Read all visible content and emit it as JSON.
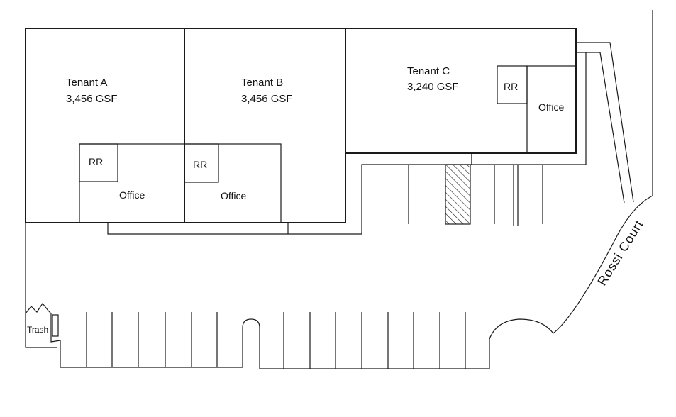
{
  "tenants": [
    {
      "name": "Tenant A",
      "area": "3,456 GSF",
      "restroom": "RR",
      "office": "Office"
    },
    {
      "name": "Tenant B",
      "area": "3,456 GSF",
      "restroom": "RR",
      "office": "Office"
    },
    {
      "name": "Tenant C",
      "area": "3,240 GSF",
      "restroom": "RR",
      "office": "Office"
    }
  ],
  "trash_label": "Trash",
  "street_label": "Rossi Court",
  "colors": {
    "line": "#1a1a1a",
    "background": "#ffffff"
  }
}
